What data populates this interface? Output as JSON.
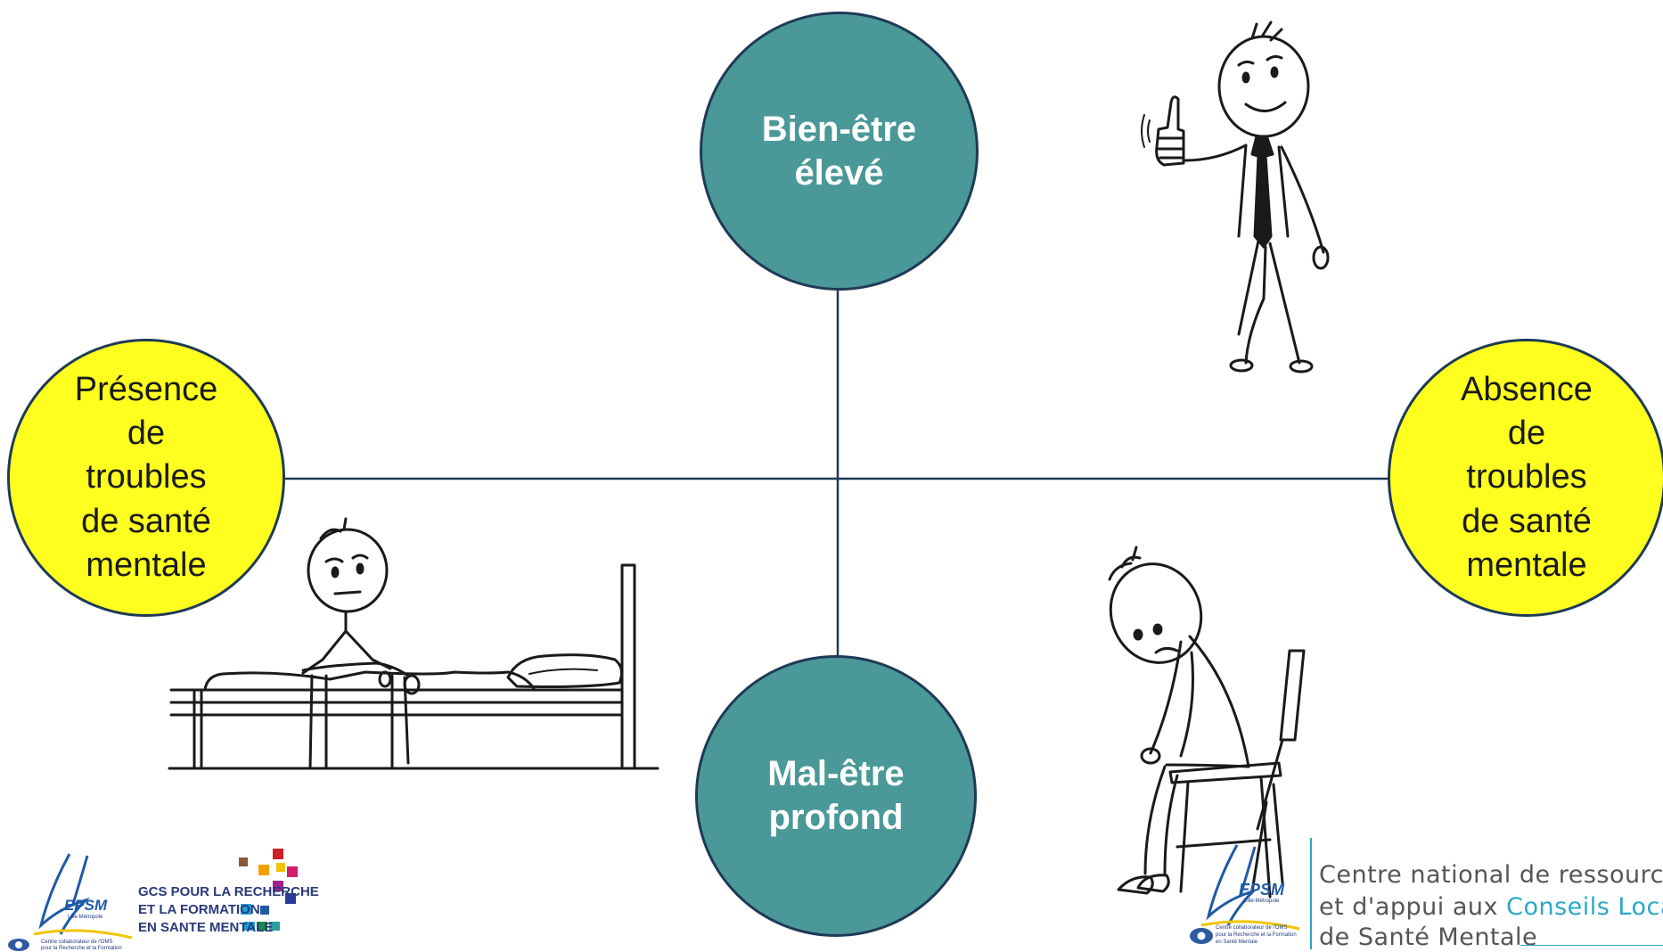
{
  "nodes": {
    "top": {
      "label": "Bien-être\nélevé",
      "color": "#4a9898"
    },
    "bottom": {
      "label": "Mal-être\nprofond",
      "color": "#4a9898"
    },
    "left": {
      "label": "Présence\nde\ntroubles\nde santé\nmentale",
      "color": "#ffff1f"
    },
    "right": {
      "label": "Absence\nde\ntroubles\nde santé\nmentale",
      "color": "#ffff1f"
    }
  },
  "axis_color": "#1f3a56",
  "illustrations": {
    "top_right": "thumbs-up-stick-figure",
    "bottom_left": "sad-stick-figure-on-bed",
    "bottom_right": "depressed-stick-figure-on-chair"
  },
  "logos": {
    "left": {
      "epsm": "EPSM",
      "epsm_sub": "Lille-Métropole",
      "who_caption_1": "Centre collaborateur de l'OMS",
      "who_caption_2": "pour la Recherche et la Formation",
      "gcs_line1": "GCS POUR LA RECHERCHE",
      "gcs_line2": "ET LA FORMATION",
      "gcs_line3": "EN SANTE MENTALE"
    },
    "right": {
      "epsm": "EPSM",
      "epsm_sub": "Lille-Métropole",
      "who_caption_1": "Centre collaborateur de l'OMS",
      "who_caption_2": "pour la Recherche et la Formation",
      "who_caption_3": "en Santé Mentale",
      "line1": "Centre national de ressources",
      "line2_prefix": "et d'appui aux ",
      "line2_accent": "Conseils Locaux",
      "line3": "de Santé Mentale",
      "accent_color": "#2aa7c8"
    }
  }
}
